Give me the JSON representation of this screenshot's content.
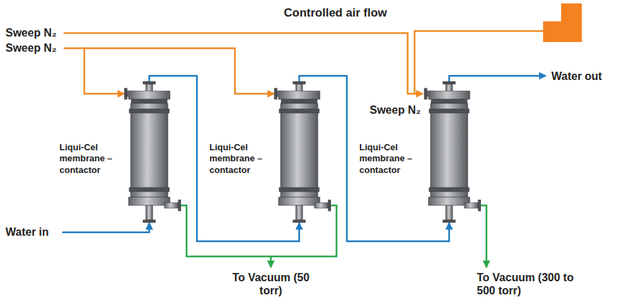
{
  "diagram": {
    "nodes": [
      {
        "text": [
          "Controlled air flow"
        ]
      },
      {
        "text": [
          "Liqui-Cel membrane – contactor"
        ]
      },
      {
        "text": [
          "Liqui-Cel membrane – contactor"
        ]
      },
      {
        "text": [
          "Liqui-Cel membrane – contactor"
        ]
      }
    ],
    "edges": [
      {
        "from": 0,
        "to": 3,
        "arrow": "to"
      },
      {
        "from": 1,
        "to": 2,
        "arrow": "to"
      },
      {
        "from": 2,
        "to": 3,
        "arrow": "to"
      }
    ],
    "labels": [
      "Sweep N₂",
      "Sweep N₂",
      "Sweep N₂",
      "Water in",
      "Water out",
      "To Vacuum (50 torr)",
      "To Vacuum (300 to 500 torr)"
    ]
  }
}
